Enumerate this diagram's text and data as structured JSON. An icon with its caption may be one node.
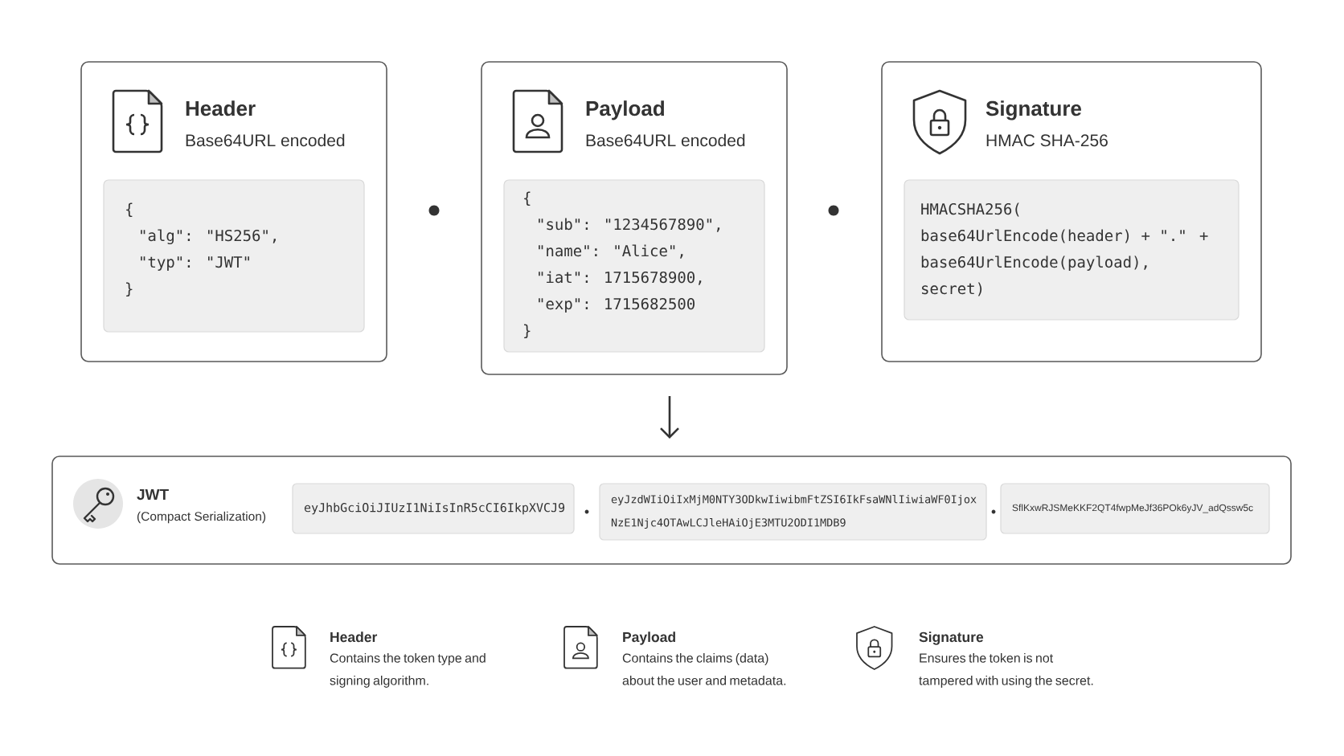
{
  "diagram": {
    "nodes": [
      {
        "text": [
          "Header",
          "Base64URL encoded"
        ]
      },
      {
        "text": [
          "{",
          "\"alg\": \"HS256\",",
          "\"typ\": \"JWT\"",
          "}"
        ],
        "in": 0
      },
      {
        "text": [
          "Payload",
          "Base64URL encoded"
        ]
      },
      {
        "text": [
          "{",
          "\"sub\": \"1234567890\",",
          "\"name\": \"Alice\",",
          "\"iat\": 1715678900,",
          "\"exp\": 1715682500",
          "}"
        ],
        "in": 2
      },
      {
        "text": [
          "Signature",
          "HMAC SHA-256"
        ]
      },
      {
        "text": [
          "HMACSHA256(",
          "base64UrlEncode(header) + \".\" +",
          "base64UrlEncode(payload),",
          "secret)"
        ],
        "in": 4
      },
      {
        "text": [
          "JWT",
          "(Compact Serialization)"
        ]
      },
      {
        "text": [
          "eyJhbGciOiJIUzI1NiIsInR5cCI6IkpXVCJ9"
        ],
        "in": 6
      },
      {
        "text": [
          "eyJzdWIiOiIxMjM0NTY3ODkwIiwibmFtZSI6IkFsaWNlIiwiaWF0Ijox",
          "NzE1Njc4OTAwLCJleHAiOjE3MTU2ODI1MDB9"
        ],
        "in": 6
      },
      {
        "text": [
          "SflKxwRJSMeKKF2QT4fwpMeJf36POk6yJV_adQssw5c"
        ],
        "in": 6
      }
    ],
    "edges": [
      {
        "from": 2,
        "to": 6,
        "arrow": "to"
      }
    ],
    "labels": [
      "Header",
      "Contains the token type and signing algorithm.",
      "Payload",
      "Contains the claims (data) about the user and metadata.",
      "Signature",
      "Ensures the token is not tampered with using the secret."
    ]
  }
}
